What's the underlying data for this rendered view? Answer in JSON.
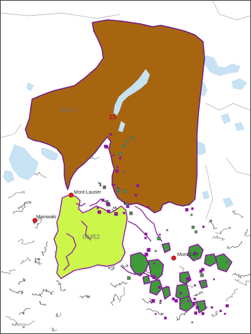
{
  "map": {
    "colors": {
      "main_region_fill": "#a86510",
      "main_region_border": "#6a1a8a",
      "light_region_fill": "#ccf64a",
      "dark_parcels_fill": "#3d9c38",
      "parcel_border": "#8a1aa0",
      "water": "#c7e3f3",
      "town_marker": "#e21b1b",
      "contour": "#7a7a7a"
    },
    "regions": {
      "main_code": "06471",
      "zone_number": "15",
      "light_code": "06452"
    },
    "towns": [
      {
        "name": "Mont-Laurier"
      },
      {
        "name": "Maniwaki"
      },
      {
        "name": "Mont-Cerf"
      }
    ]
  }
}
